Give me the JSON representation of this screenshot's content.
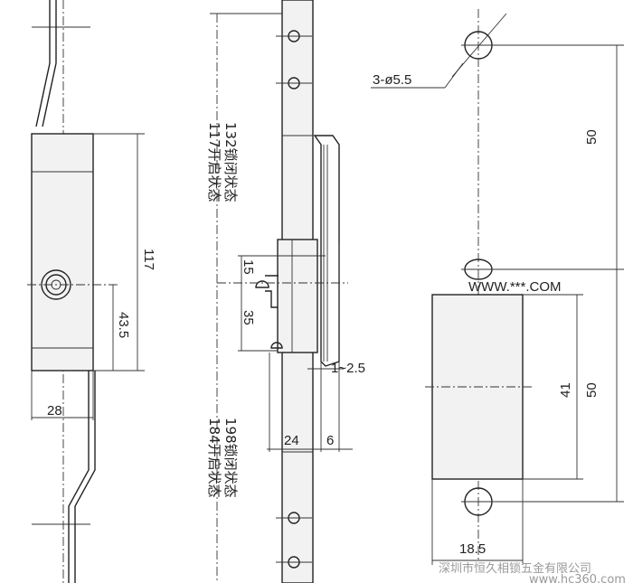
{
  "drawing": {
    "left_view": {
      "dim_height": "117",
      "dim_keyhole": "43.5",
      "dim_width": "28"
    },
    "side_view": {
      "note_top_line1": "132锁闭状态",
      "note_top_line2": "117开启状态",
      "note_bottom_line1": "198锁闭状态",
      "note_bottom_line2": "184开启状态",
      "dim_15": "15",
      "dim_35": "35",
      "dim_gap": "1~2.5",
      "dim_24": "24",
      "dim_6": "6"
    },
    "right_view": {
      "hole_note": "3-ø5.5",
      "dim_upper": "50",
      "dim_lower": "50",
      "dim_plate": "41",
      "dim_width": "18.5",
      "site_mark": "WWW.***.COM"
    }
  },
  "watermark": {
    "company": "深圳市恒久相锁五金有限公司",
    "url": "www.hc360.com"
  }
}
